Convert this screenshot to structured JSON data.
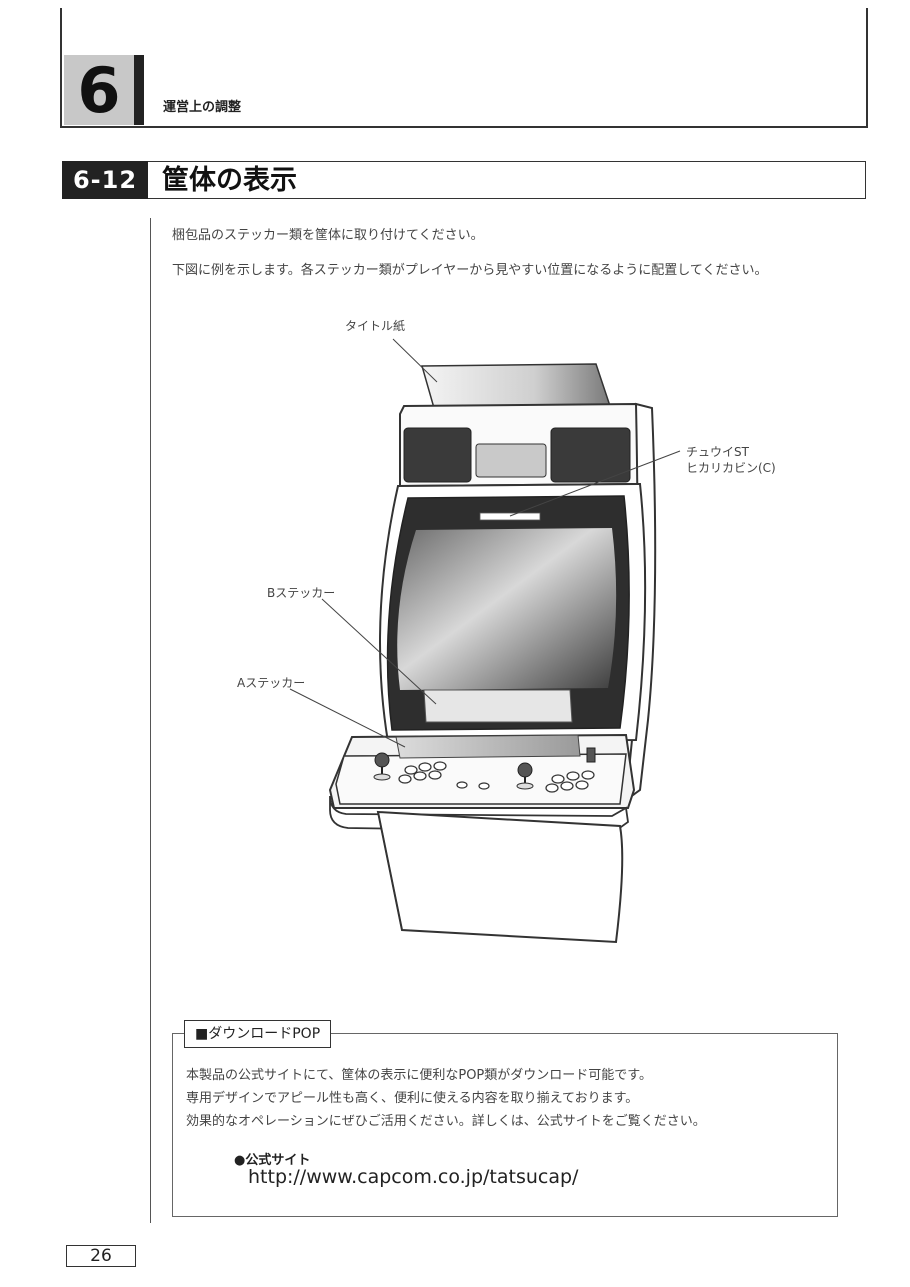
{
  "chapter": {
    "number": "6",
    "title": "運営上の調整"
  },
  "section": {
    "number": "6-12",
    "title": "筐体の表示"
  },
  "intro": [
    "梱包品のステッカー類を筐体に取り付けてください。",
    "下図に例を示します。各ステッカー類がプレイヤーから見やすい位置になるように配置してください。"
  ],
  "figure": {
    "labels": {
      "title_paper": "タイトル紙",
      "chuui_line1": "チュウイST",
      "chuui_line2": "ヒカリカビン(C)",
      "b_sticker": "Bステッカー",
      "a_sticker": "Aステッカー"
    }
  },
  "download": {
    "heading": "■ダウンロードPOP",
    "lines": [
      "本製品の公式サイトにて、筐体の表示に便利なPOP類がダウンロード可能です。",
      "専用デザインでアピール性も高く、便利に使える内容を取り揃えております。",
      "効果的なオペレーションにぜひご活用ください。詳しくは、公式サイトをご覧ください。"
    ],
    "site_label": "●公式サイト",
    "site_url": "http://www.capcom.co.jp/tatsucap/"
  },
  "page_number": "26"
}
